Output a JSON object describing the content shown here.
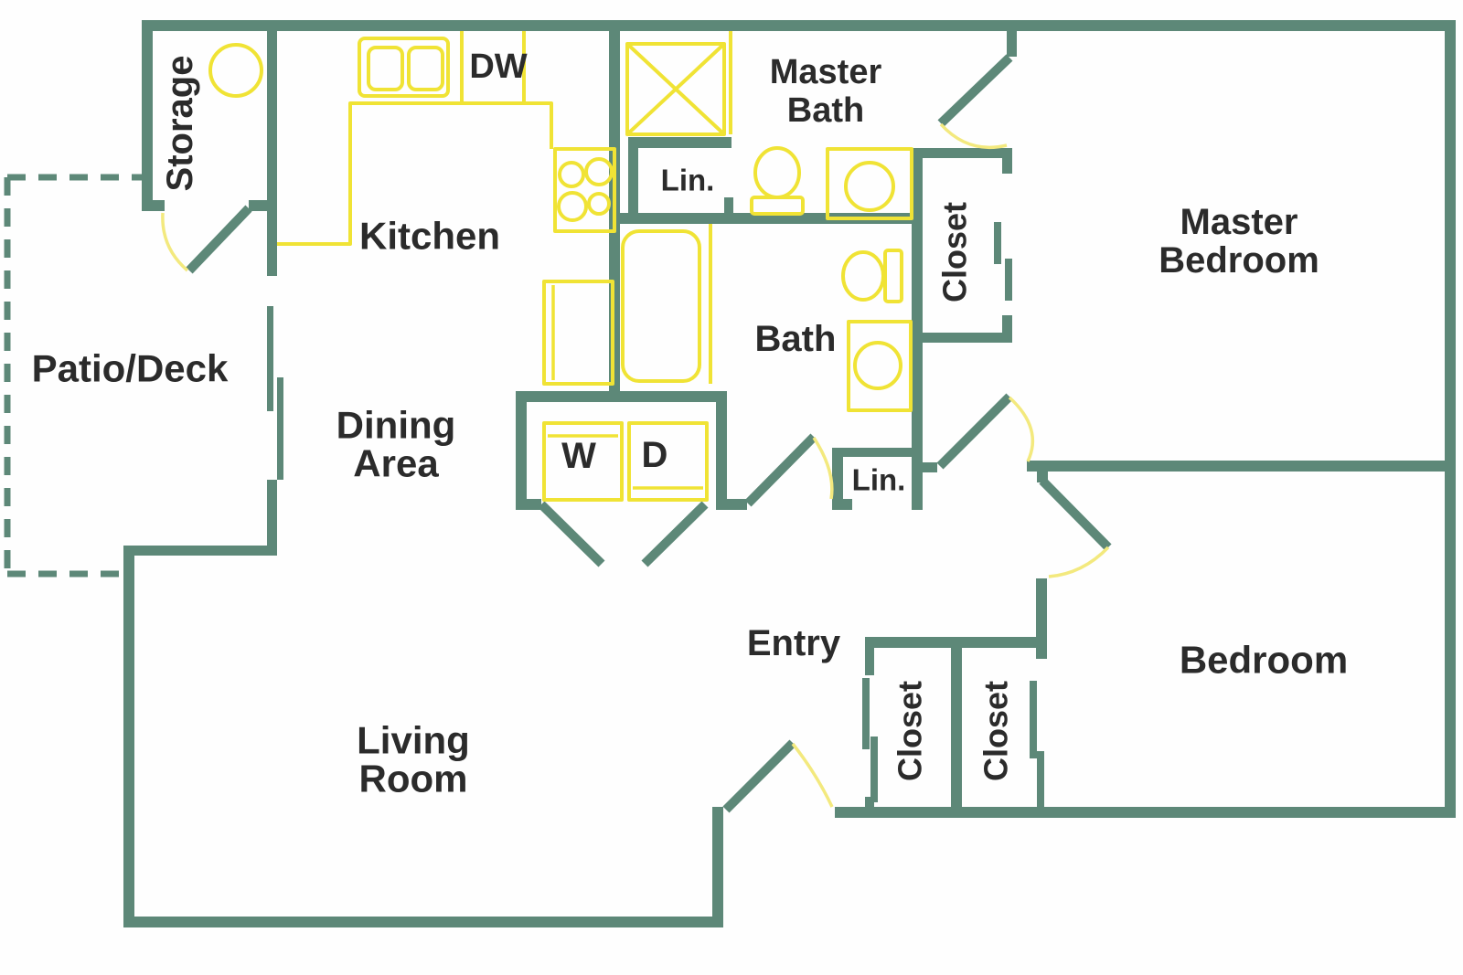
{
  "colors": {
    "wall": "#5d8878",
    "fixture": "#f0e335",
    "arc": "#f3e97e",
    "text": "#2b2b2b",
    "bg": "#fefefe"
  },
  "plan": {
    "labels": {
      "storage": "Storage",
      "dishwasher": "DW",
      "kitchen": "Kitchen",
      "master_bath_line1": "Master",
      "master_bath_line2": "Bath",
      "linen_upper": "Lin.",
      "master_bedroom_line1": "Master",
      "master_bedroom_line2": "Bedroom",
      "master_closet": "Closet",
      "bath": "Bath",
      "patio_deck": "Patio/Deck",
      "dining_line1": "Dining",
      "dining_line2": "Area",
      "washer": "W",
      "dryer": "D",
      "linen_hall": "Lin.",
      "entry": "Entry",
      "entry_closet": "Closet",
      "bedroom_closet": "Closet",
      "bedroom": "Bedroom",
      "living_line1": "Living",
      "living_line2": "Room"
    }
  }
}
